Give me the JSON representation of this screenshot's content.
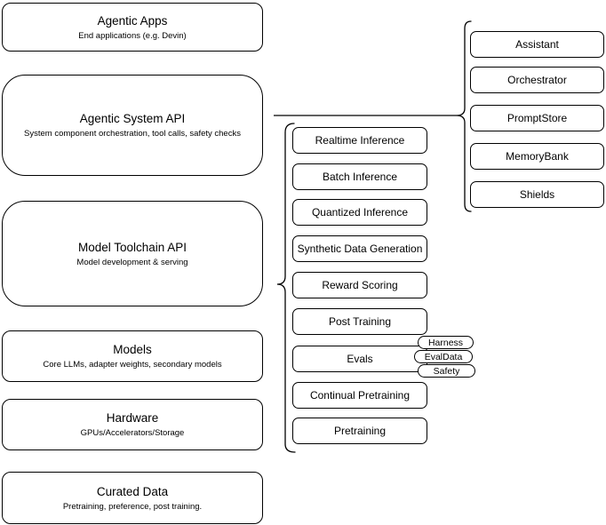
{
  "diagram_title": "Agentic system stack diagram",
  "colors": {
    "stroke": "#000000",
    "fill": "#ffffff",
    "text": "#000000"
  },
  "left_column": {
    "boxes": [
      {
        "title": "Agentic Apps",
        "subtitle": "End applications (e.g. Devin)"
      },
      {
        "title": "Agentic System API",
        "subtitle": "System component orchestration, tool calls, safety checks"
      },
      {
        "title": "Model Toolchain API",
        "subtitle": "Model development & serving"
      },
      {
        "title": "Models",
        "subtitle": "Core LLMs, adapter weights, secondary models"
      },
      {
        "title": "Hardware",
        "subtitle": "GPUs/Accelerators/Storage"
      },
      {
        "title": "Curated Data",
        "subtitle": "Pretraining, preference, post training."
      }
    ]
  },
  "middle_column": {
    "boxes": [
      "Realtime Inference",
      "Batch Inference",
      "Quantized Inference",
      "Synthetic Data Generation",
      "Reward Scoring",
      "Post Training",
      "Evals",
      "Continual Pretraining",
      "Pretraining"
    ]
  },
  "evals_pills": [
    "Harness",
    "EvalData",
    "Safety"
  ],
  "right_column": {
    "boxes": [
      "Assistant",
      "Orchestrator",
      "PromptStore",
      "MemoryBank",
      "Shields"
    ]
  }
}
